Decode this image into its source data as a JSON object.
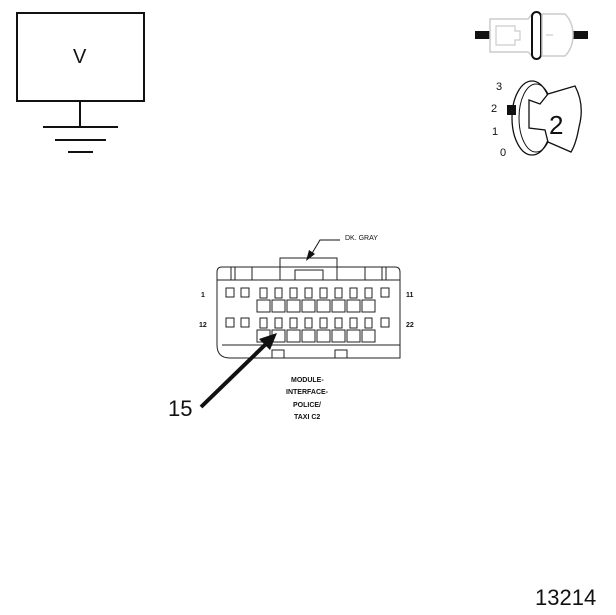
{
  "voltmeter": {
    "label": "V"
  },
  "ignition": {
    "positions": [
      "3",
      "2",
      "1",
      "0"
    ],
    "key_label": "2"
  },
  "connector": {
    "wire_color_label": "DK. GRAY",
    "pin_labels": {
      "top_left": "1",
      "top_right": "11",
      "bottom_left": "12",
      "bottom_right": "22"
    },
    "name_lines": [
      "MODULE-",
      "INTERFACE-",
      "POLICE/",
      "TAXI C2"
    ],
    "callout_pin": "15"
  },
  "figure_id": "13214"
}
